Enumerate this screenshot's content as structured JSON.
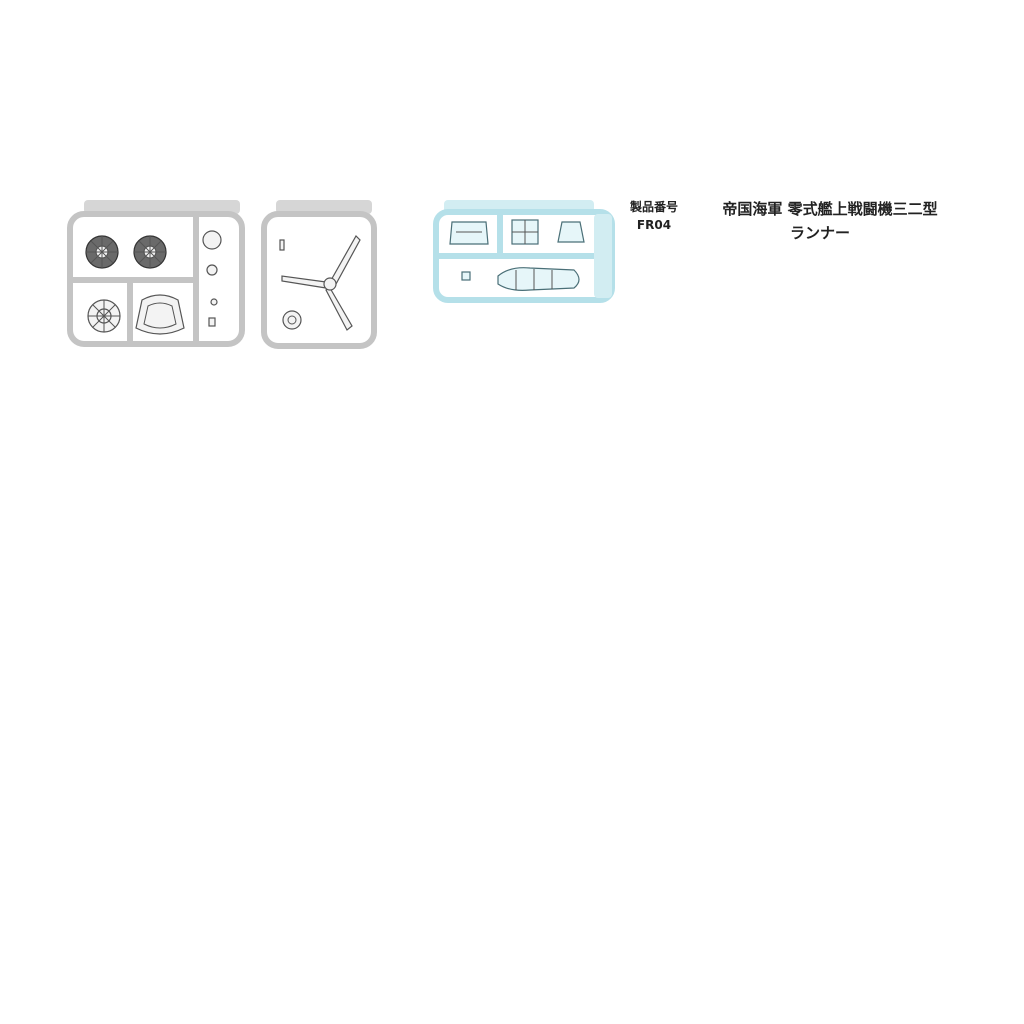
{
  "product": {
    "code_label": "製品番号",
    "code": "FR04",
    "title": "帝国海軍 零式艦上戦闘機三二型",
    "subtitle": "ランナー"
  },
  "colors": {
    "sprue_gray": "#c6c6c6",
    "sprue_light": "#d8d8d8",
    "sprue_clear": "#b7e2ea",
    "sprue_olive": "#b3a62a",
    "sprue_dark": "#4d4d4d",
    "part_fill": "#f2f2f2",
    "part_outline": "#555555"
  },
  "runners": [
    {
      "id": "runner-engine",
      "color": "gray"
    },
    {
      "id": "runner-propeller",
      "color": "gray"
    },
    {
      "id": "runner-canopy",
      "color": "clear"
    },
    {
      "id": "runner-cockpit",
      "color": "olive"
    },
    {
      "id": "runner-wheels",
      "color": "dark"
    },
    {
      "id": "runner-seats",
      "color": "dark"
    },
    {
      "id": "runner-tanks",
      "color": "gray"
    },
    {
      "id": "runner-fuselage",
      "color": "gray"
    },
    {
      "id": "runner-rudder",
      "color": "gray"
    },
    {
      "id": "runner-wings",
      "color": "gray"
    }
  ]
}
